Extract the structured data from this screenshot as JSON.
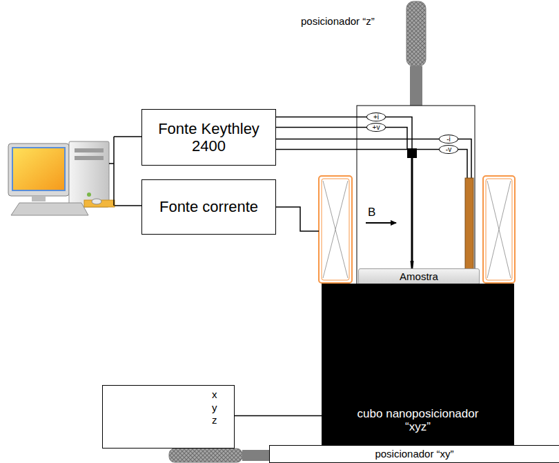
{
  "diagram": {
    "nodes": [
      {
        "text": [
          "Fonte Keythley 2400"
        ]
      },
      {
        "text": [
          "+i"
        ]
      },
      {
        "text": [
          "+v"
        ]
      },
      {
        "text": [
          "-i"
        ]
      },
      {
        "text": [
          "-v"
        ]
      },
      {
        "text": [
          "Fonte corrente"
        ]
      },
      {
        "text": [
          "Amostra"
        ]
      },
      {
        "text": [
          "cubo nanoposicionador “xyz”"
        ]
      },
      {
        "text": [
          "x",
          "y",
          "z"
        ]
      },
      {
        "text": [
          "posicionador “xy”"
        ]
      }
    ],
    "edges": [
      {
        "from": 0,
        "to": 1,
        "arrow": "none"
      },
      {
        "from": 0,
        "to": 2,
        "arrow": "none"
      },
      {
        "from": 0,
        "to": 3,
        "arrow": "none"
      },
      {
        "from": 0,
        "to": 4,
        "arrow": "none"
      },
      {
        "from": 8,
        "to": 7,
        "arrow": "none"
      }
    ],
    "labels": [
      "posicionador “z”",
      "B"
    ]
  }
}
